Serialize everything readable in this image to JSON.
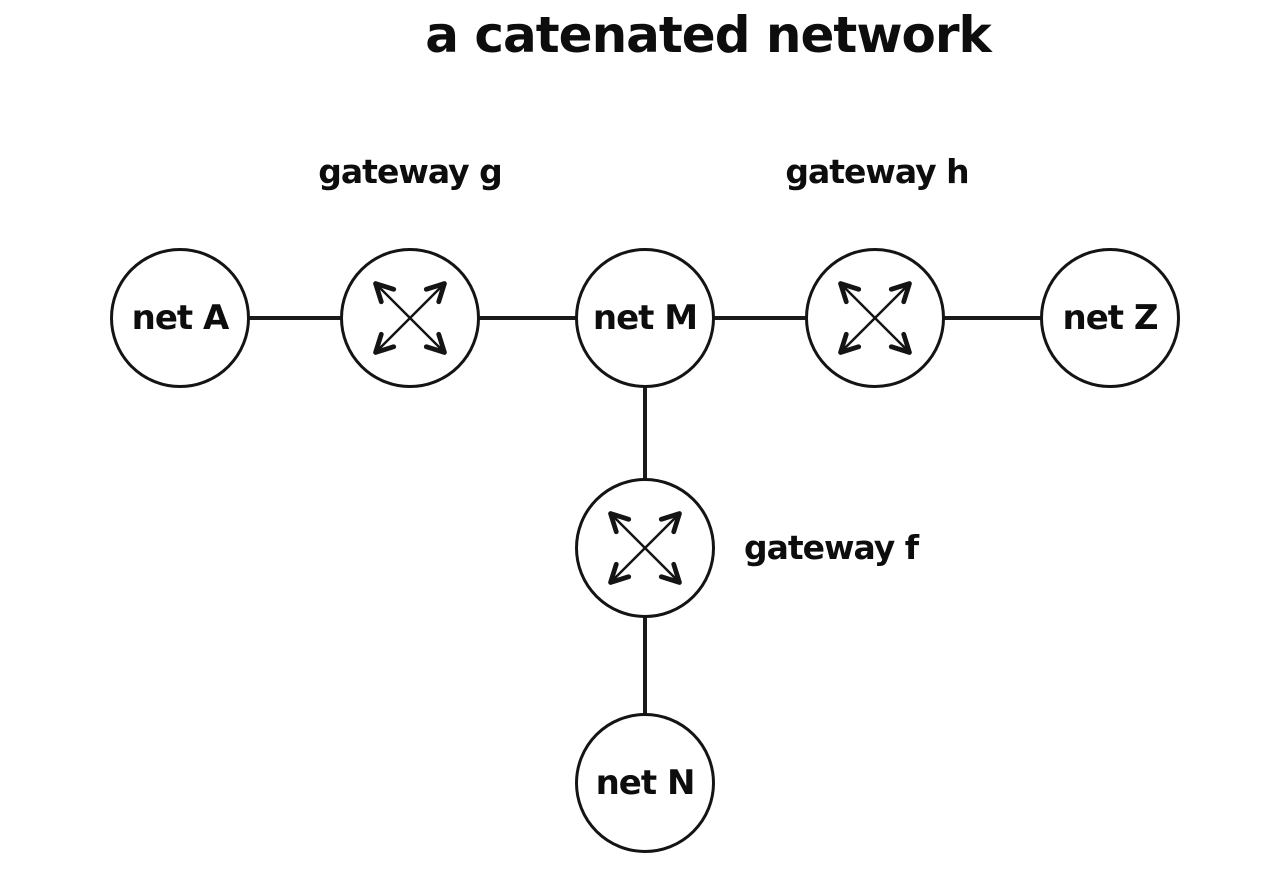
{
  "title": "a catenated network",
  "colors": {
    "background": "#ffffff",
    "stroke": "#1a1a1a",
    "text": "#0d0d0d"
  },
  "nodes": {
    "net_a": {
      "label": "net A",
      "type": "network"
    },
    "gateway_g": {
      "caption": "gateway g",
      "type": "gateway",
      "icon": "crossed-arrows"
    },
    "net_m": {
      "label": "net M",
      "type": "network"
    },
    "gateway_h": {
      "caption": "gateway h",
      "type": "gateway",
      "icon": "crossed-arrows"
    },
    "net_z": {
      "label": "net Z",
      "type": "network"
    },
    "gateway_f": {
      "caption": "gateway f",
      "type": "gateway",
      "icon": "crossed-arrows"
    },
    "net_n": {
      "label": "net N",
      "type": "network"
    }
  },
  "edges": [
    {
      "from": "net A",
      "to": "gateway g"
    },
    {
      "from": "gateway g",
      "to": "net M"
    },
    {
      "from": "net M",
      "to": "gateway h"
    },
    {
      "from": "gateway h",
      "to": "net Z"
    },
    {
      "from": "net M",
      "to": "gateway f"
    },
    {
      "from": "gateway f",
      "to": "net N"
    }
  ]
}
